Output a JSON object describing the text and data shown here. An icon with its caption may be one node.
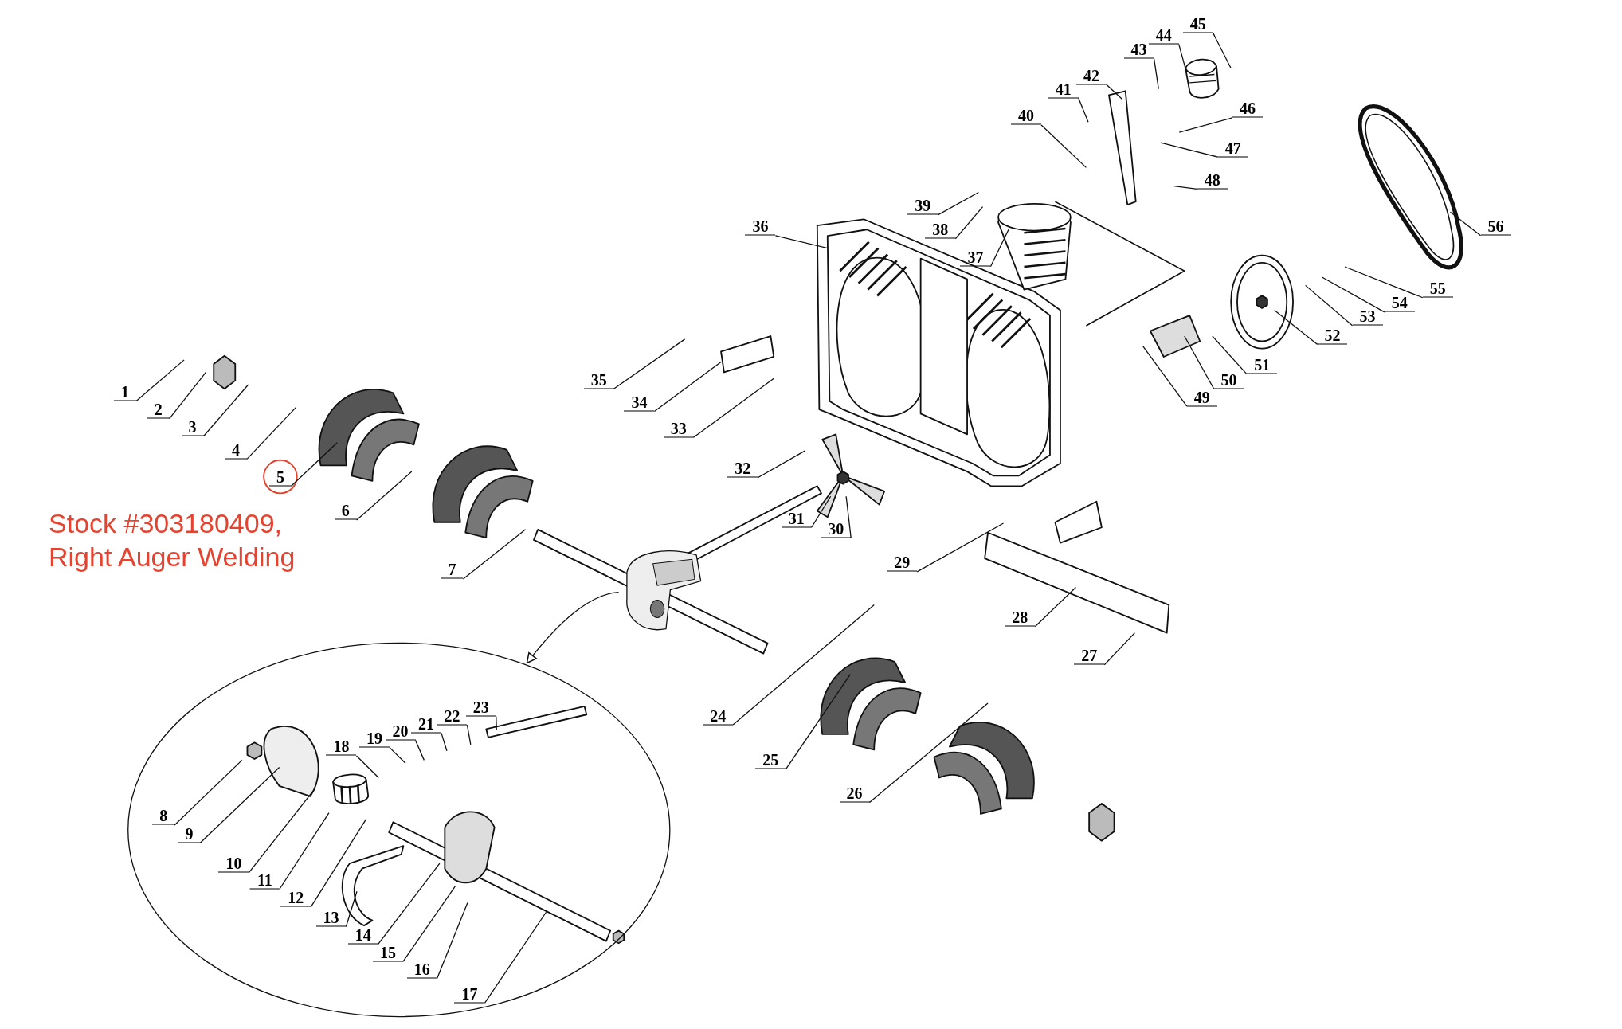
{
  "diagram": {
    "nodes": [
      {
        "text": [],
        "shape": "circle"
      },
      {
        "text": [],
        "shape": "picture"
      },
      {
        "text": [
          "1"
        ]
      },
      {
        "text": [
          "2"
        ]
      },
      {
        "text": [
          "3"
        ]
      },
      {
        "text": [
          "4"
        ]
      },
      {
        "text": [
          "5"
        ]
      },
      {
        "text": [
          "6"
        ]
      },
      {
        "text": [
          "7"
        ]
      },
      {
        "text": [
          "8"
        ],
        "in": 0
      },
      {
        "text": [
          "9"
        ],
        "in": 0
      },
      {
        "text": [
          "10"
        ],
        "in": 0
      },
      {
        "text": [
          "11"
        ],
        "in": 0
      },
      {
        "text": [
          "12"
        ],
        "in": 0
      },
      {
        "text": [
          "13"
        ],
        "in": 0
      },
      {
        "text": [
          "14"
        ],
        "in": 0
      },
      {
        "text": [
          "15"
        ],
        "in": 0
      },
      {
        "text": [
          "16"
        ],
        "in": 0
      },
      {
        "text": [
          "17"
        ],
        "in": 0
      },
      {
        "text": [
          "18"
        ],
        "in": 0
      },
      {
        "text": [
          "19"
        ],
        "in": 0
      },
      {
        "text": [
          "20"
        ],
        "in": 0
      },
      {
        "text": [
          "21"
        ],
        "in": 0
      },
      {
        "text": [
          "22"
        ],
        "in": 0
      },
      {
        "text": [
          "23"
        ],
        "in": 0
      },
      {
        "text": [
          "24"
        ]
      },
      {
        "text": [
          "25"
        ]
      },
      {
        "text": [
          "26"
        ]
      },
      {
        "text": [
          "27"
        ]
      },
      {
        "text": [
          "28"
        ]
      },
      {
        "text": [
          "29"
        ]
      },
      {
        "text": [
          "30"
        ]
      },
      {
        "text": [
          "31"
        ]
      },
      {
        "text": [
          "32"
        ]
      },
      {
        "text": [
          "33"
        ]
      },
      {
        "text": [
          "34"
        ]
      },
      {
        "text": [
          "35"
        ]
      },
      {
        "text": [
          "36"
        ]
      },
      {
        "text": [
          "37"
        ]
      },
      {
        "text": [
          "38"
        ]
      },
      {
        "text": [
          "39"
        ]
      },
      {
        "text": [
          "40"
        ]
      },
      {
        "text": [
          "41"
        ]
      },
      {
        "text": [
          "42"
        ]
      },
      {
        "text": [
          "43"
        ]
      },
      {
        "text": [
          "44"
        ]
      },
      {
        "text": [
          "45"
        ]
      },
      {
        "text": [
          "46"
        ]
      },
      {
        "text": [
          "47"
        ]
      },
      {
        "text": [
          "48"
        ]
      },
      {
        "text": [
          "49"
        ]
      },
      {
        "text": [
          "50"
        ]
      },
      {
        "text": [
          "51"
        ]
      },
      {
        "text": [
          "52"
        ]
      },
      {
        "text": [
          "53"
        ]
      },
      {
        "text": [
          "54"
        ]
      },
      {
        "text": [
          "55"
        ]
      },
      {
        "text": [
          "56"
        ]
      }
    ],
    "edges": [
      {
        "from": 1,
        "to": 0,
        "arrow": "to"
      },
      {
        "from": 2,
        "to": null,
        "arrow": "none"
      },
      {
        "from": 3,
        "to": null,
        "arrow": "none"
      },
      {
        "from": 4,
        "to": null,
        "arrow": "none"
      },
      {
        "from": 5,
        "to": null,
        "arrow": "none"
      },
      {
        "from": 6,
        "to": null,
        "arrow": "none"
      },
      {
        "from": 7,
        "to": null,
        "arrow": "none"
      },
      {
        "from": 8,
        "to": null,
        "arrow": "none"
      },
      {
        "from": 9,
        "to": null,
        "arrow": "none"
      },
      {
        "from": 10,
        "to": null,
        "arrow": "none"
      },
      {
        "from": 11,
        "to": null,
        "arrow": "none"
      },
      {
        "from": 12,
        "to": null,
        "arrow": "none"
      },
      {
        "from": 13,
        "to": null,
        "arrow": "none"
      },
      {
        "from": 14,
        "to": null,
        "arrow": "none"
      },
      {
        "from": 15,
        "to": null,
        "arrow": "none"
      },
      {
        "from": 16,
        "to": null,
        "arrow": "none"
      },
      {
        "from": 17,
        "to": null,
        "arrow": "none"
      },
      {
        "from": 18,
        "to": null,
        "arrow": "none"
      },
      {
        "from": 19,
        "to": null,
        "arrow": "none"
      },
      {
        "from": 20,
        "to": null,
        "arrow": "none"
      },
      {
        "from": 21,
        "to": null,
        "arrow": "none"
      },
      {
        "from": 22,
        "to": null,
        "arrow": "none"
      },
      {
        "from": 23,
        "to": null,
        "arrow": "none"
      },
      {
        "from": 24,
        "to": null,
        "arrow": "none"
      },
      {
        "from": 25,
        "to": null,
        "arrow": "none"
      },
      {
        "from": 26,
        "to": null,
        "arrow": "none"
      },
      {
        "from": 27,
        "to": null,
        "arrow": "none"
      },
      {
        "from": 28,
        "to": null,
        "arrow": "none"
      },
      {
        "from": 29,
        "to": null,
        "arrow": "none"
      },
      {
        "from": 30,
        "to": null,
        "arrow": "none"
      },
      {
        "from": 31,
        "to": null,
        "arrow": "none"
      },
      {
        "from": 32,
        "to": null,
        "arrow": "none"
      },
      {
        "from": 33,
        "to": null,
        "arrow": "none"
      },
      {
        "from": 34,
        "to": null,
        "arrow": "none"
      },
      {
        "from": 35,
        "to": null,
        "arrow": "none"
      },
      {
        "from": 36,
        "to": null,
        "arrow": "none"
      },
      {
        "from": 37,
        "to": null,
        "arrow": "none"
      },
      {
        "from": 38,
        "to": null,
        "arrow": "none"
      },
      {
        "from": 39,
        "to": null,
        "arrow": "none"
      },
      {
        "from": 40,
        "to": null,
        "arrow": "none"
      },
      {
        "from": 41,
        "to": null,
        "arrow": "none"
      },
      {
        "from": 42,
        "to": null,
        "arrow": "none"
      },
      {
        "from": 43,
        "to": null,
        "arrow": "none"
      },
      {
        "from": 44,
        "to": null,
        "arrow": "none"
      },
      {
        "from": 45,
        "to": null,
        "arrow": "none"
      },
      {
        "from": 46,
        "to": null,
        "arrow": "none"
      },
      {
        "from": 47,
        "to": null,
        "arrow": "none"
      },
      {
        "from": 48,
        "to": null,
        "arrow": "none"
      },
      {
        "from": 49,
        "to": null,
        "arrow": "none"
      },
      {
        "from": 50,
        "to": null,
        "arrow": "none"
      },
      {
        "from": 51,
        "to": null,
        "arrow": "none"
      },
      {
        "from": 52,
        "to": null,
        "arrow": "none"
      },
      {
        "from": 53,
        "to": null,
        "arrow": "none"
      },
      {
        "from": 54,
        "to": null,
        "arrow": "none"
      },
      {
        "from": 55,
        "to": null,
        "arrow": "none"
      },
      {
        "from": 56,
        "to": null,
        "arrow": "none"
      },
      {
        "from": 57,
        "to": null,
        "arrow": "none"
      }
    ],
    "labels": [
      "Stock #303180409, Right Auger Welding"
    ]
  }
}
